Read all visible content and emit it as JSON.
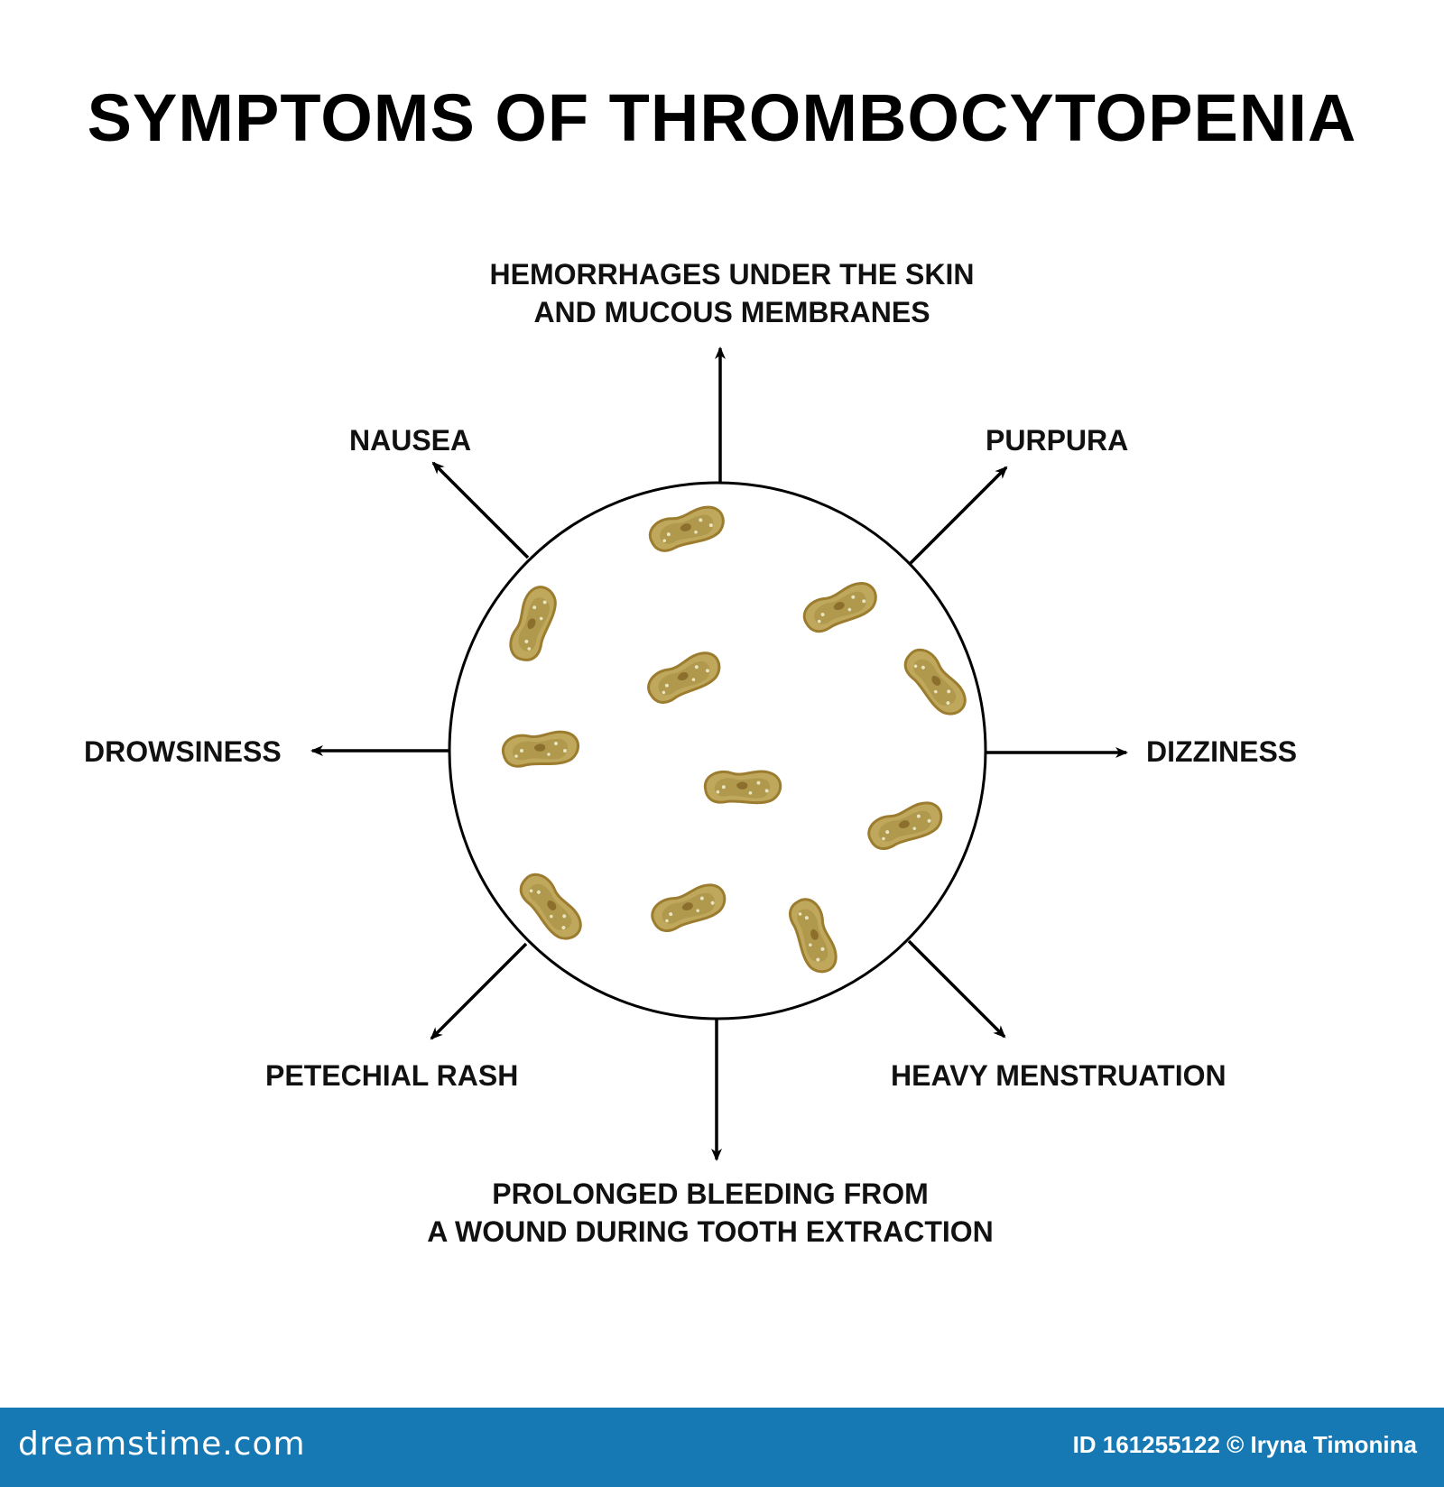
{
  "title": "SYMPTOMS OF THROMBOCYTOPENIA",
  "symptoms": {
    "top": [
      "HEMORRHAGES UNDER THE SKIN",
      "AND MUCOUS MEMBRANES"
    ],
    "top_left": "NAUSEA",
    "top_right": "PURPURA",
    "left": "DROWSINESS",
    "right": "DIZZINESS",
    "bottom_left": "PETECHIAL RASH",
    "bottom_right": "HEAVY MENSTRUATION",
    "bottom": [
      "PROLONGED BLEEDING FROM",
      "A WOUND DURING TOOTH EXTRACTION"
    ]
  },
  "colors": {
    "platelet_fill": "#bfa85c",
    "platelet_edge": "#9c7c2f",
    "platelet_inner": "#a08a3f",
    "footer_bg": "#1779b4"
  },
  "footer": {
    "logo": "dreamstime.com",
    "credit": "ID 161255122 © Iryna Timonina"
  }
}
